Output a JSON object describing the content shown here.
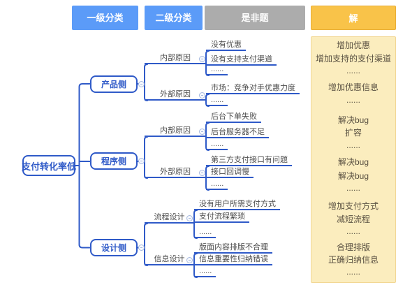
{
  "header": {
    "col1": "一级分类",
    "col2": "二级分类",
    "col3": "是非题",
    "col4": "解"
  },
  "root": {
    "label": "支付转化率低"
  },
  "branches": {
    "b1": "产品侧",
    "b2": "程序侧",
    "b3": "设计侧"
  },
  "sub": {
    "s1": "内部原因",
    "s2": "外部原因",
    "s3": "内部原因",
    "s4": "外部原因",
    "s5": "流程设计",
    "s6": "信息设计"
  },
  "questions": {
    "q1": "没有优惠",
    "q2": "没有支持支付渠道",
    "q3": "......",
    "q4": "市场：竞争对手优惠力度",
    "q5": "......",
    "q6": "后台下单失败",
    "q7": "后台服务器不足",
    "q8": "......",
    "q9": "第三方支付接口有问题",
    "q10": "接口回调慢",
    "q11": "......",
    "q12": "没有用户所需支付方式",
    "q13": "支付流程繁琐",
    "q14": "......",
    "q15": "版面内容排版不合理",
    "q16": "信息重要性归纳错误",
    "q17": "......"
  },
  "answers": {
    "a1": "增加优惠",
    "a2": "增加支持的支付渠道",
    "a3": "......",
    "a4": "增加优惠信息",
    "a5": "......",
    "a6": "解决bug",
    "a7": "扩容",
    "a8": "......",
    "a9": "解决bug",
    "a10": "解决bug",
    "a11": "......",
    "a12": "增加支付方式",
    "a13": "减短流程",
    "a14": "......",
    "a15": "合理排版",
    "a16": "正确归纳信息",
    "a17": "......"
  },
  "colors": {
    "node_blue": "#2F5AC8",
    "header_blue": "#5B9BF8",
    "header_gray": "#ACACAC",
    "header_yellow": "#F9C349",
    "panel_background": "#FBEDBE",
    "panel_border": "#F2D795"
  }
}
